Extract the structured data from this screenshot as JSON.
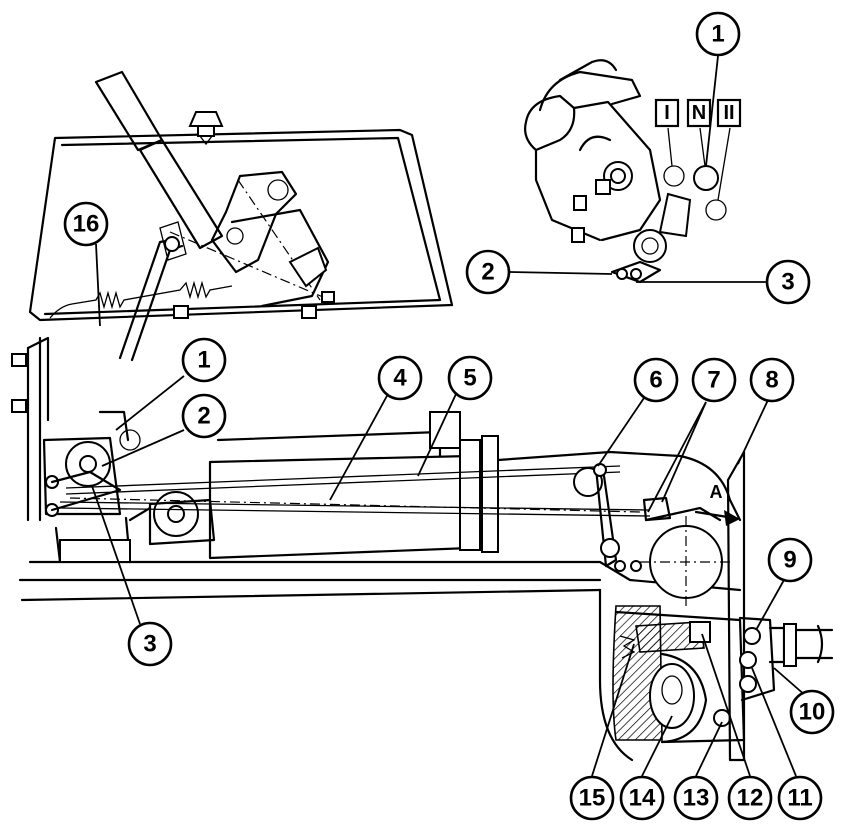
{
  "diagram": {
    "callouts": {
      "c1_detail": "1",
      "c2_detail": "2",
      "c3_detail": "3",
      "c16": "16",
      "c1": "1",
      "c2": "2",
      "c3": "3",
      "c4": "4",
      "c5": "5",
      "c6": "6",
      "c7": "7",
      "c8": "8",
      "c9": "9",
      "c10": "10",
      "c11": "11",
      "c12": "12",
      "c13": "13",
      "c14": "14",
      "c15": "15"
    },
    "positions": {
      "first": "I",
      "neutral": "N",
      "second": "II"
    },
    "view_arrow_label": "A"
  }
}
